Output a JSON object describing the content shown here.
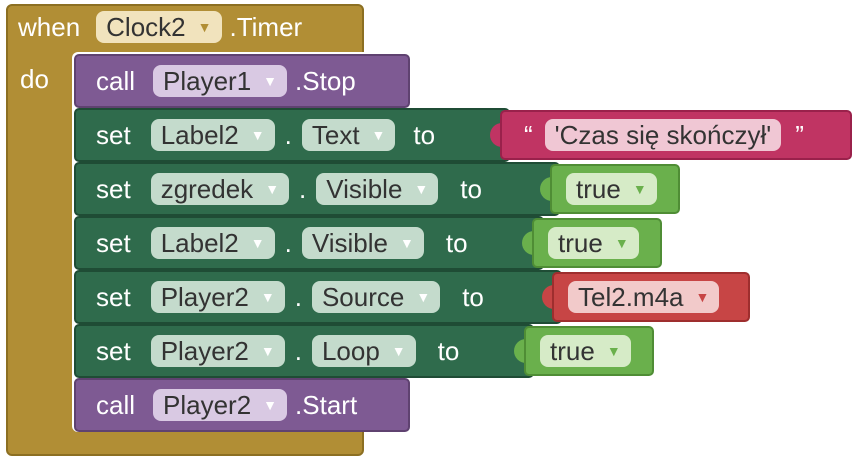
{
  "event": {
    "when": "when",
    "component": "Clock2",
    "event": ".Timer",
    "do": "do"
  },
  "stmts": {
    "s0": {
      "kw": "call",
      "comp": "Player1",
      "method": ".Stop"
    },
    "s1": {
      "kw": "set",
      "comp": "Label2",
      "dot": ".",
      "prop": "Text",
      "to": "to",
      "open_quote": "“",
      "text": "'Czas się skończył'",
      "close_quote": "”"
    },
    "s2": {
      "kw": "set",
      "comp": "zgredek",
      "dot": ".",
      "prop": "Visible",
      "to": "to",
      "val": "true"
    },
    "s3": {
      "kw": "set",
      "comp": "Label2",
      "dot": ".",
      "prop": "Visible",
      "to": "to",
      "val": "true"
    },
    "s4": {
      "kw": "set",
      "comp": "Player2",
      "dot": ".",
      "prop": "Source",
      "to": "to",
      "val": "Tel2.m4a"
    },
    "s5": {
      "kw": "set",
      "comp": "Player2",
      "dot": ".",
      "prop": "Loop",
      "to": "to",
      "val": "true"
    },
    "s6": {
      "kw": "call",
      "comp": "Player2",
      "method": ".Start"
    }
  },
  "icons": {
    "dropdown": "▼"
  },
  "colors": {
    "event": "#b18e35",
    "call": "#7e5a93",
    "set": "#2f6b4c",
    "logic": "#6ab04c",
    "text": "#c03463",
    "string_value": "#c74545"
  }
}
